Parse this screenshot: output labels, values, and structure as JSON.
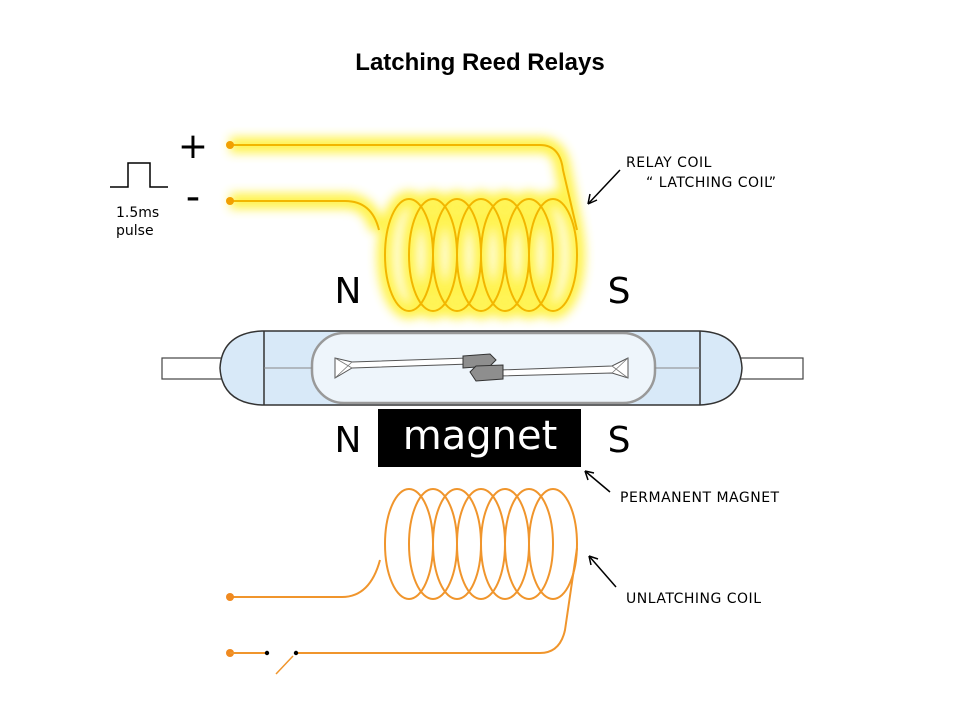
{
  "title": "Latching Reed Relays",
  "terminals": {
    "plus": "+",
    "minus": "-"
  },
  "pulse": {
    "line1": "1.5ms",
    "line2": "pulse"
  },
  "poles": {
    "top_left": "N",
    "top_right": "S",
    "bottom_left": "N",
    "bottom_right": "S"
  },
  "magnet_label": "magnet",
  "labels": {
    "relay_coil_line1": "RELAY COIL",
    "relay_coil_line2": "“ LATCHING COIL”",
    "permanent_magnet": "PERMANENT MAGNET",
    "unlatching_coil": "UNLATCHING COIL"
  },
  "colors": {
    "latching_coil": "#f2b600",
    "glow": "#fff23a",
    "unlatching_coil": "#f0952c",
    "glass": "#d8e9f8",
    "magnet": "#000000"
  }
}
